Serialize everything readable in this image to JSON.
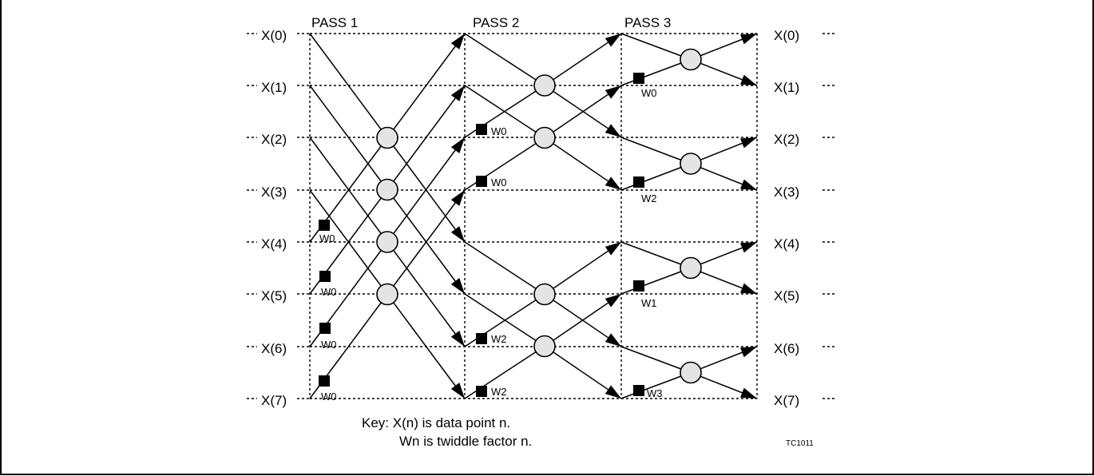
{
  "passes": [
    "PASS 1",
    "PASS 2",
    "PASS 3"
  ],
  "inputs": [
    "X(0)",
    "X(1)",
    "X(2)",
    "X(3)",
    "X(4)",
    "X(5)",
    "X(6)",
    "X(7)"
  ],
  "outputs": [
    "X(0)",
    "X(1)",
    "X(2)",
    "X(3)",
    "X(4)",
    "X(5)",
    "X(6)",
    "X(7)"
  ],
  "twiddles": {
    "pass1": [
      "W0",
      "W0",
      "W0",
      "W0"
    ],
    "pass2": [
      "W0",
      "W0",
      "W2",
      "W2"
    ],
    "pass3": [
      "W0",
      "W2",
      "W1",
      "W3"
    ]
  },
  "key": {
    "line1": "Key: X(n) is data point n.",
    "line2": "Wn is twiddle factor n."
  },
  "figure_id": "TC1011",
  "colors": {
    "node_fill": "#e4e4e4",
    "line": "#000000"
  }
}
